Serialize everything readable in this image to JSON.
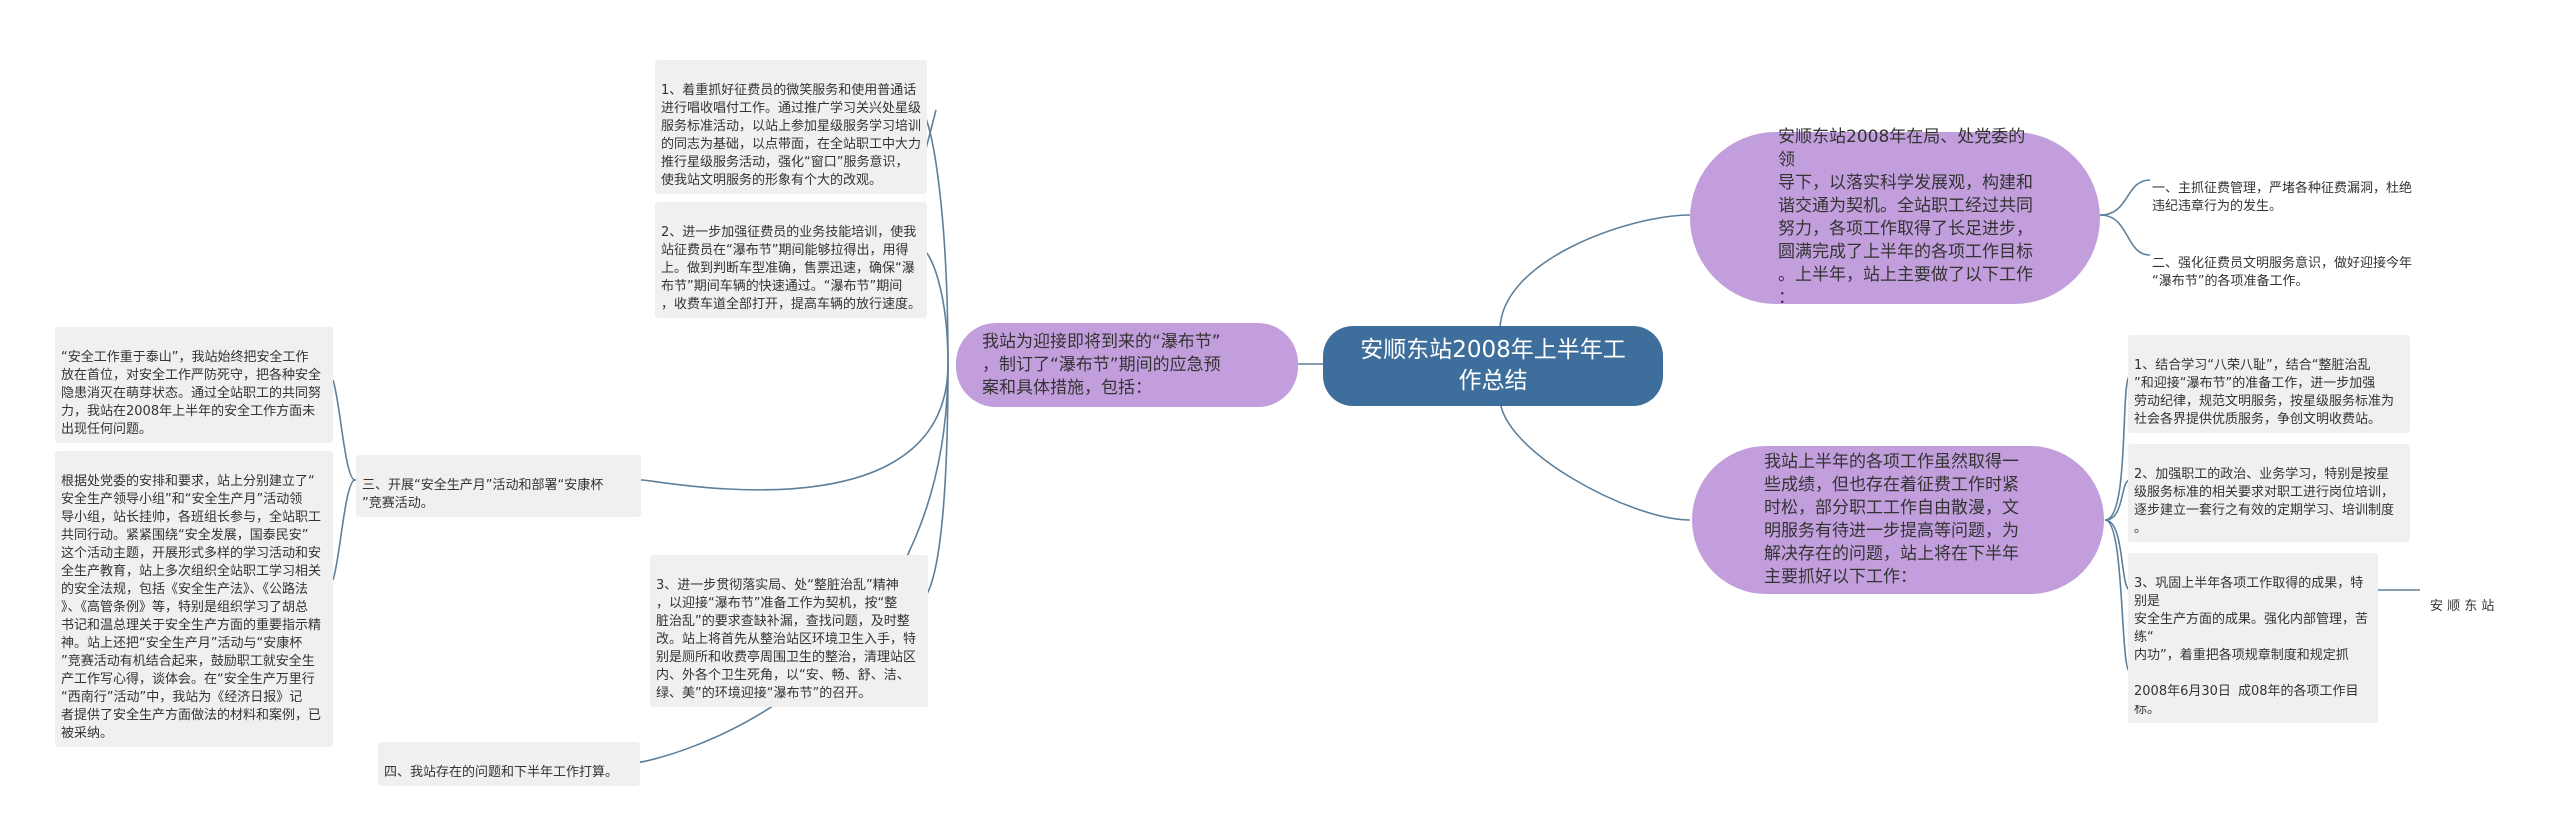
{
  "root": {
    "label": "安顺东站2008年上半年工\n作总结"
  },
  "left": {
    "branch": {
      "label": "我站为迎接即将到来的“瀑布节”\n，制订了“瀑布节”期间的应急预\n案和具体措施，包括："
    },
    "items": [
      {
        "text": "1、着重抓好征费员的微笑服务和使用普通话\n进行唱收唱付工作。通过推广学习关兴处星级\n服务标准活动，以站上参加星级服务学习培训\n的同志为基础，以点带面，在全站职工中大力\n推行星级服务活动，强化“窗口”服务意识，\n使我站文明服务的形象有个大的改观。"
      },
      {
        "text": "2、进一步加强征费员的业务技能培训，使我\n站征费员在“瀑布节”期间能够拉得出，用得\n上。做到判断车型准确，售票迅速，确保“瀑\n布节”期间车辆的快速通过。“瀑布节”期间\n，收费车道全部打开，提高车辆的放行速度。"
      },
      {
        "text": "3、进一步贯彻落实局、处“整脏治乱”精神\n，以迎接“瀑布节”准备工作为契机，按“整\n脏治乱”的要求查缺补漏，查找问题，及时整\n改。站上将首先从整治站区环境卫生入手，特\n别是厕所和收费亭周围卫生的整治，清理站区\n内、外各个卫生死角，以“安、畅、舒、洁、\n绿、美”的环境迎接“瀑布节”的召开。"
      },
      {
        "text": "三、开展“安全生产月”活动和部署“安康杯\n”竞赛活动。"
      },
      {
        "text": "四、我站存在的问题和下半年工作打算。"
      }
    ],
    "sub_items": [
      {
        "text": "“安全工作重于泰山”，我站始终把安全工作\n放在首位，对安全工作严防死守，把各种安全\n隐患消灭在萌芽状态。通过全站职工的共同努\n力，我站在2008年上半年的安全工作方面未\n出现任何问题。"
      },
      {
        "text": "根据处党委的安排和要求，站上分别建立了“\n安全生产领导小组”和“安全生产月”活动领\n导小组，站长挂帅，各班组长参与，全站职工\n共同行动。紧紧围绕“安全发展，国泰民安”\n这个活动主题，开展形式多样的学习活动和安\n全生产教育，站上多次组织全站职工学习相关\n的安全法规，包括《安全生产法》、《公路法\n》、《高管条例》等，特别是组织学习了胡总\n书记和温总理关于安全生产方面的重要指示精\n神。站上还把“安全生产月”活动与“安康杯\n”竞赛活动有机结合起来，鼓励职工就安全生\n产工作写心得，谈体会。在“安全生产万里行\n“西南行”活动”中，我站为《经济日报》记\n者提供了安全生产方面做法的材料和案例，已\n被采纳。"
      }
    ]
  },
  "right": {
    "top_branch": {
      "label": "安顺东站2008年在局、处党委的领\n导下，以落实科学发展观，构建和\n谐交通为契机。全站职工经过共同\n努力，各项工作取得了长足进步，\n圆满完成了上半年的各项工作目标\n。上半年，站上主要做了以下工作\n："
    },
    "top_items": [
      {
        "text": "一、主抓征费管理，严堵各种征费漏洞，杜绝\n违纪违章行为的发生。"
      },
      {
        "text": "二、强化征费员文明服务意识，做好迎接今年\n“瀑布节”的各项准备工作。"
      }
    ],
    "bottom_branch": {
      "label": "我站上半年的各项工作虽然取得一\n些成绩，但也存在着征费工作时紧\n时松，部分职工工作自由散漫，文\n明服务有待进一步提高等问题，为\n解决存在的问题，站上将在下半年\n主要抓好以下工作："
    },
    "bottom_items": [
      {
        "text": "1、结合学习“八荣八耻”，结合“整脏治乱\n”和迎接“瀑布节”的准备工作，进一步加强\n劳动纪律，规范文明服务，按星级服务标准为\n社会各界提供优质服务，争创文明收费站。"
      },
      {
        "text": "2、加强职工的政治、业务学习，特别是按星\n级服务标准的相关要求对职工进行岗位培训，\n逐步建立一套行之有效的定期学习、培训制度\n。"
      },
      {
        "text": "3、巩固上半年各项工作取得的成果，特别是\n安全生产方面的成果。强化内部管理，苦练“\n内功”，着重把各项规章制度和规定抓细，抓\n落实，争取全面完成08年的各项工作目标。"
      },
      {
        "text": "2008年6月30日"
      }
    ],
    "signature": {
      "text": "安 顺 东 站"
    }
  },
  "colors": {
    "root_bg": "#3e6f9c",
    "branch_bg": "#c29fdc",
    "leaf_bg": "#f0f0f0",
    "line": "#5e7f99"
  }
}
